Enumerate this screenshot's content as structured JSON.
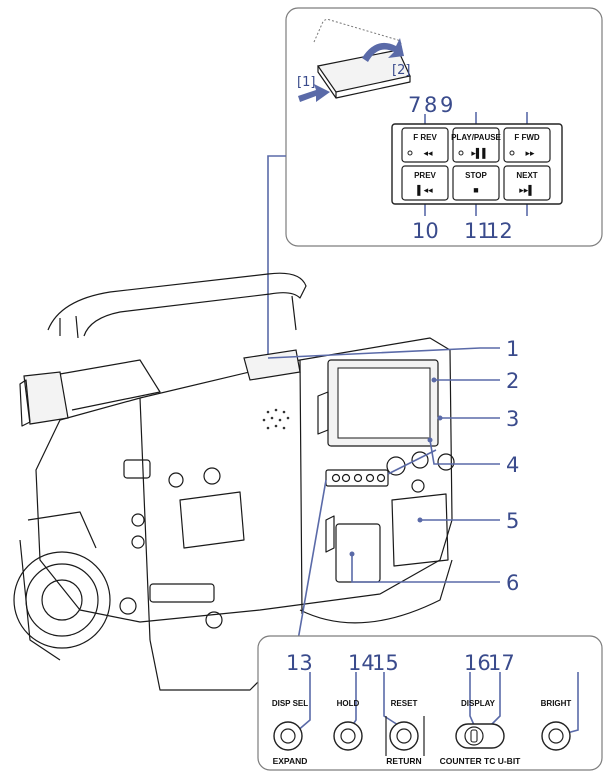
{
  "inset_top": {
    "step_labels": [
      "[1]",
      "[2]"
    ],
    "callout_numbers": [
      "7",
      "8",
      "9",
      "10",
      "11",
      "12"
    ],
    "buttons": [
      {
        "label": "F REV",
        "symbol": "◂◂",
        "lamp": true
      },
      {
        "label": "PLAY/PAUSE",
        "symbol": "▸▌▌",
        "lamp": true
      },
      {
        "label": "F FWD",
        "symbol": "▸▸",
        "lamp": true
      },
      {
        "label": "PREV",
        "symbol": "▌◂◂",
        "lamp": false
      },
      {
        "label": "STOP",
        "symbol": "■",
        "lamp": false
      },
      {
        "label": "NEXT",
        "symbol": "▸▸▌",
        "lamp": false
      }
    ]
  },
  "main_callouts": [
    "1",
    "2",
    "3",
    "4",
    "5",
    "6"
  ],
  "inset_bottom": {
    "callout_numbers": [
      "13",
      "14",
      "15",
      "16",
      "17"
    ],
    "buttons": [
      {
        "label": "DISP SEL",
        "sub": "EXPAND"
      },
      {
        "label": "HOLD",
        "sub": ""
      },
      {
        "label": "RESET",
        "sub": "RETURN"
      },
      {
        "label": "DISPLAY",
        "sub": "COUNTER TC U-BIT"
      },
      {
        "label": "BRIGHT",
        "sub": ""
      }
    ]
  },
  "colors": {
    "accent": "#3a4b8c",
    "leader": "#5a6aa8",
    "outline": "#1a1a1a"
  }
}
